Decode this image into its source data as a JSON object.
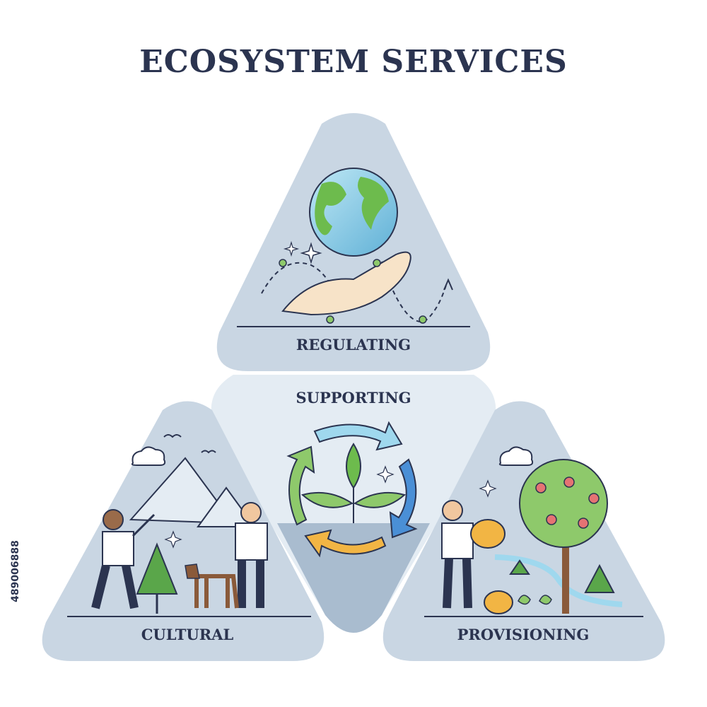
{
  "title": "ECOSYSTEM SERVICES",
  "sections": {
    "regulating": "REGULATING",
    "supporting": "SUPPORTING",
    "cultural": "CULTURAL",
    "provisioning": "PROVISIONING"
  },
  "side_id": "489006888",
  "colors": {
    "dark": "#2b3450",
    "panel": "#c9d6e3",
    "panel_light": "#dbe6ef",
    "center": "#e4ecf3",
    "green": "#8ec96b",
    "blue": "#4a8fd6",
    "yellow": "#f2b544",
    "cyan": "#9fd8ee"
  }
}
